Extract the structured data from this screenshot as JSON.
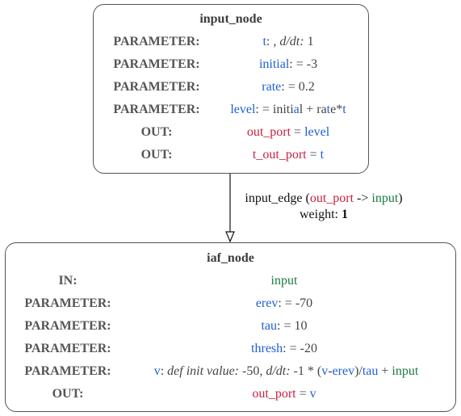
{
  "input_node": {
    "title": "input_node",
    "rows": [
      {
        "kw": "PARAMETER:",
        "name": "t",
        "sep": ": , ",
        "deriv": "d/dt:",
        "deriv_val": " 1"
      },
      {
        "kw": "PARAMETER:",
        "name": "initial",
        "rest": ": = -3"
      },
      {
        "kw": "PARAMETER:",
        "name": "rate",
        "rest": ": = 0.2"
      },
      {
        "kw": "PARAMETER:",
        "name": "level",
        "rest": ": = ",
        "e1": "initi",
        "e2": "a",
        "e3": "l + ra",
        "e4": "t",
        "e5": "e*",
        "e6": "t"
      },
      {
        "kw": "OUT:",
        "port": "out_port",
        "eq": " = ",
        "target": "level"
      },
      {
        "kw": "OUT:",
        "port": "t_out_port",
        "eq": " = ",
        "target": "t"
      }
    ]
  },
  "edge": {
    "prefix": "input_edge (",
    "from": "out_port",
    "arrow": " -> ",
    "to": "input",
    "suffix": ")",
    "weight_label": "weight: ",
    "weight_value": "1"
  },
  "iaf_node": {
    "title": "iaf_node",
    "rows": [
      {
        "kw": "IN:",
        "name": "input"
      },
      {
        "kw": "PARAMETER:",
        "name": "erev",
        "rest": ": = -70"
      },
      {
        "kw": "PARAMETER:",
        "name": "tau",
        "rest": ": = 10"
      },
      {
        "kw": "PARAMETER:",
        "name": "thresh",
        "rest": ": = -20"
      },
      {
        "kw": "PARAMETER:",
        "name": "v",
        "sep": ": ",
        "init_label": "def init value:",
        "init_val": " -50, ",
        "deriv": "d/dt:",
        "expr_a": " -1 * (",
        "expr_b": "v",
        "expr_c": "-",
        "expr_d": "erev",
        "expr_e": ")/",
        "expr_f": "tau",
        "expr_g": " + ",
        "expr_h": "input"
      },
      {
        "kw": "OUT:",
        "port": "out_port",
        "eq": " = ",
        "target": "v"
      }
    ]
  },
  "colors": {
    "blue": "#1f5fd6",
    "red": "#c8203f",
    "green": "#1a7a42",
    "border": "#555555"
  }
}
